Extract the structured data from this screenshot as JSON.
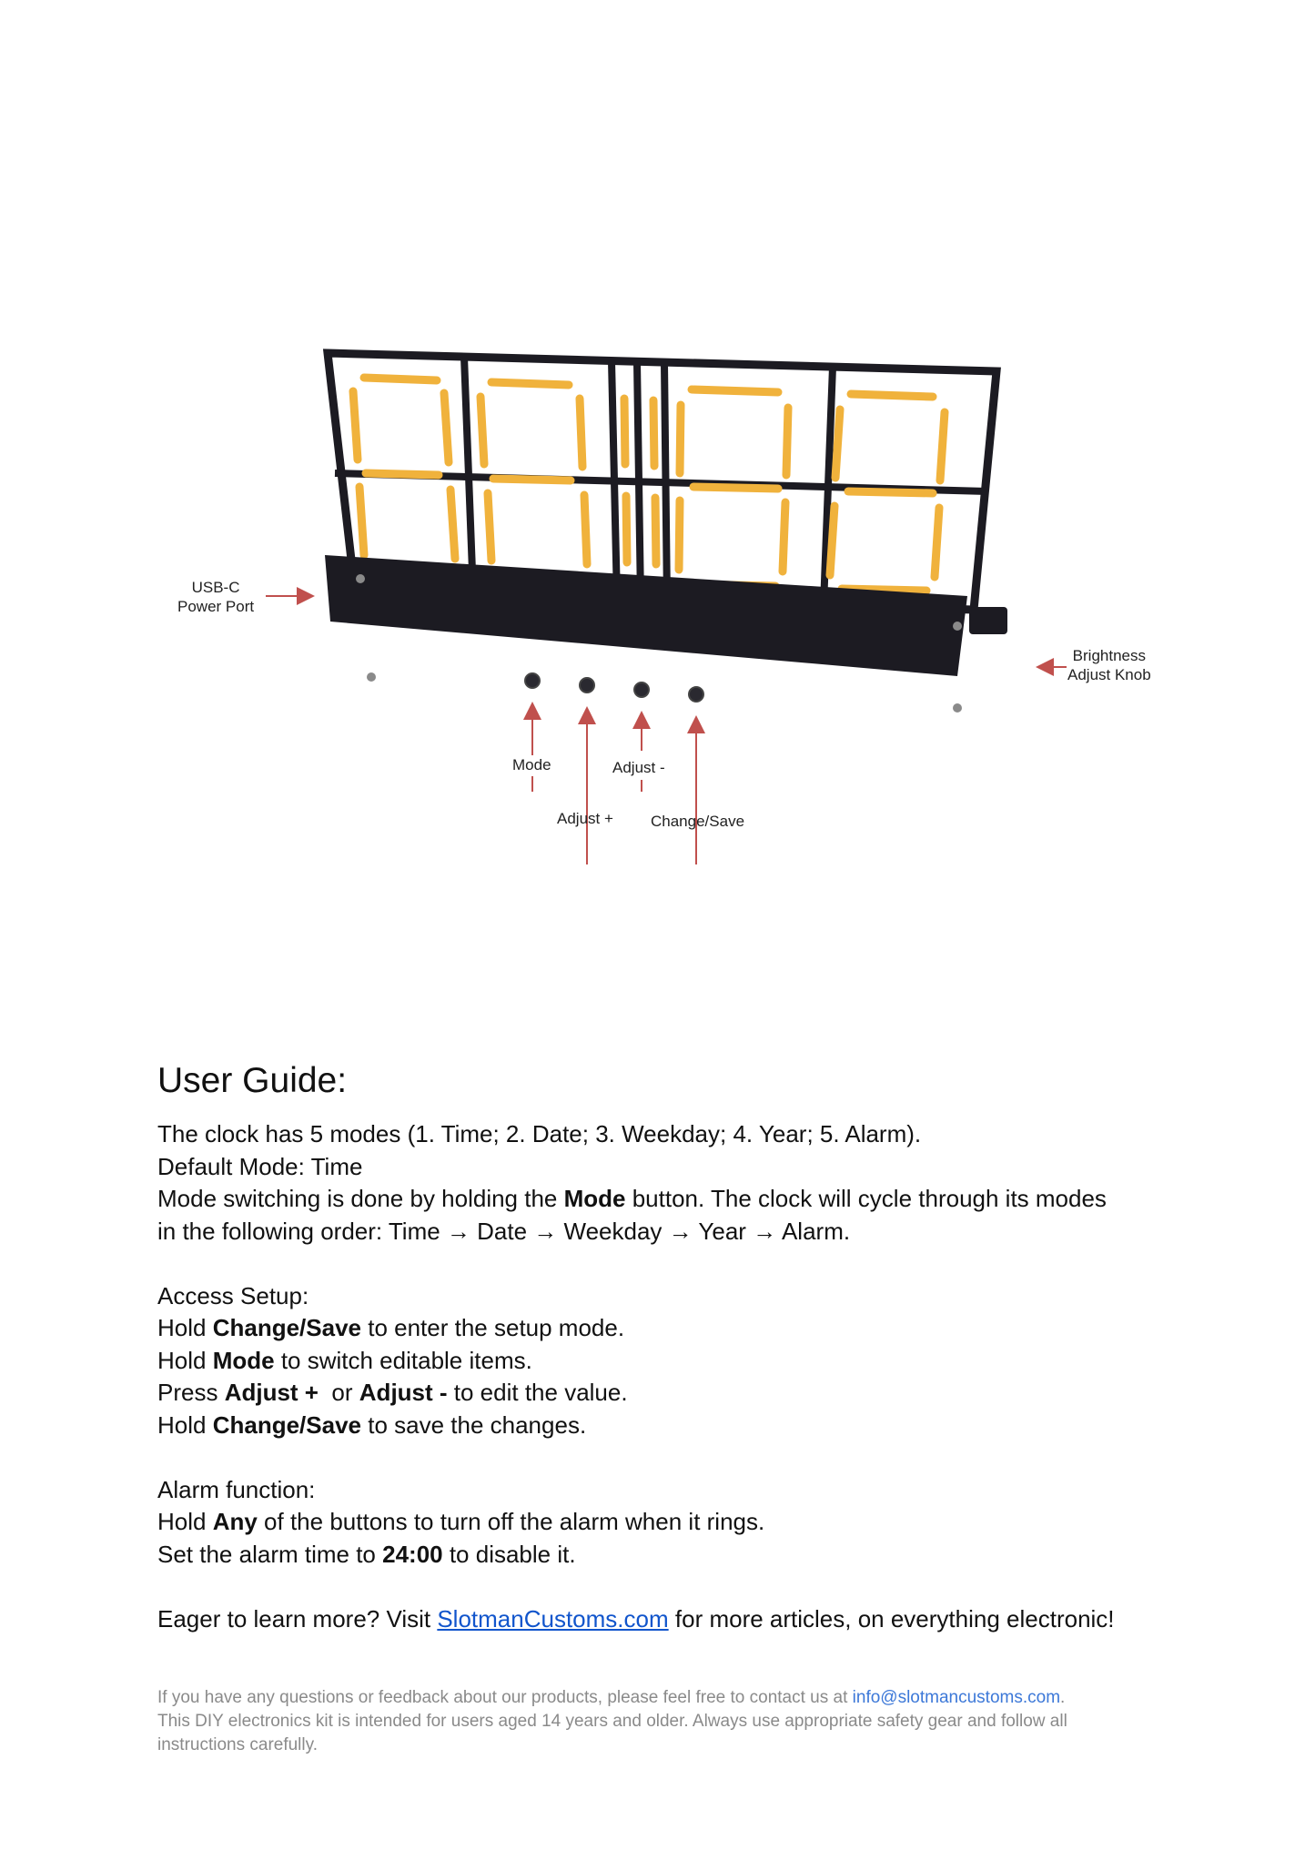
{
  "figure": {
    "labels": {
      "usb_line1": "USB-C",
      "usb_line2": "Power Port",
      "brightness_line1": "Brightness",
      "brightness_line2": "Adjust Knob",
      "mode": "Mode",
      "adjust_plus": "Adjust +",
      "adjust_minus": "Adjust -",
      "change_save": "Change/Save"
    },
    "colors": {
      "frame": "#1c1b22",
      "segment": "#f0b23c",
      "arrow": "#c0504d"
    }
  },
  "guide": {
    "title": "User Guide:",
    "intro": {
      "line1": "The clock has 5 modes (1. Time; 2. Date; 3. Weekday; 4. Year; 5. Alarm).",
      "line2": "Default Mode: Time",
      "line3_pre": "Mode switching is done by holding the ",
      "line3_bold": "Mode",
      "line3_post": " button. The clock will cycle through its modes",
      "line4": "in the following order: Time → Date → Weekday → Year → Alarm."
    },
    "setup": {
      "heading": "Access Setup:",
      "l1_pre": "Hold ",
      "l1_bold": "Change/Save",
      "l1_post": " to enter the setup mode.",
      "l2_pre": "Hold ",
      "l2_bold": "Mode",
      "l2_post": " to switch editable items.",
      "l3_pre": "Press ",
      "l3_bold1": "Adjust +",
      "l3_mid": "  or ",
      "l3_bold2": "Adjust -",
      "l3_post": " to edit the value.",
      "l4_pre": "Hold ",
      "l4_bold": "Change/Save",
      "l4_post": " to save the changes."
    },
    "alarm": {
      "heading": "Alarm function:",
      "l1_pre": "Hold ",
      "l1_bold": "Any",
      "l1_post": " of the buttons to turn off the alarm when it rings.",
      "l2_pre": "Set the alarm time to ",
      "l2_bold": "24:00",
      "l2_post": " to disable it."
    },
    "more": {
      "pre": "Eager to learn more? Visit ",
      "link": "SlotmanCustoms.com",
      "post": " for more articles, on everything electronic!"
    }
  },
  "footer": {
    "l1_pre": "If you have any questions or feedback about our products, please feel free to contact us at ",
    "email": "info@slotmancustoms.com",
    "l1_post": ".",
    "l2": "This DIY electronics kit is intended for users aged 14 years and older. Always use appropriate safety gear and follow all",
    "l3": "instructions carefully."
  }
}
